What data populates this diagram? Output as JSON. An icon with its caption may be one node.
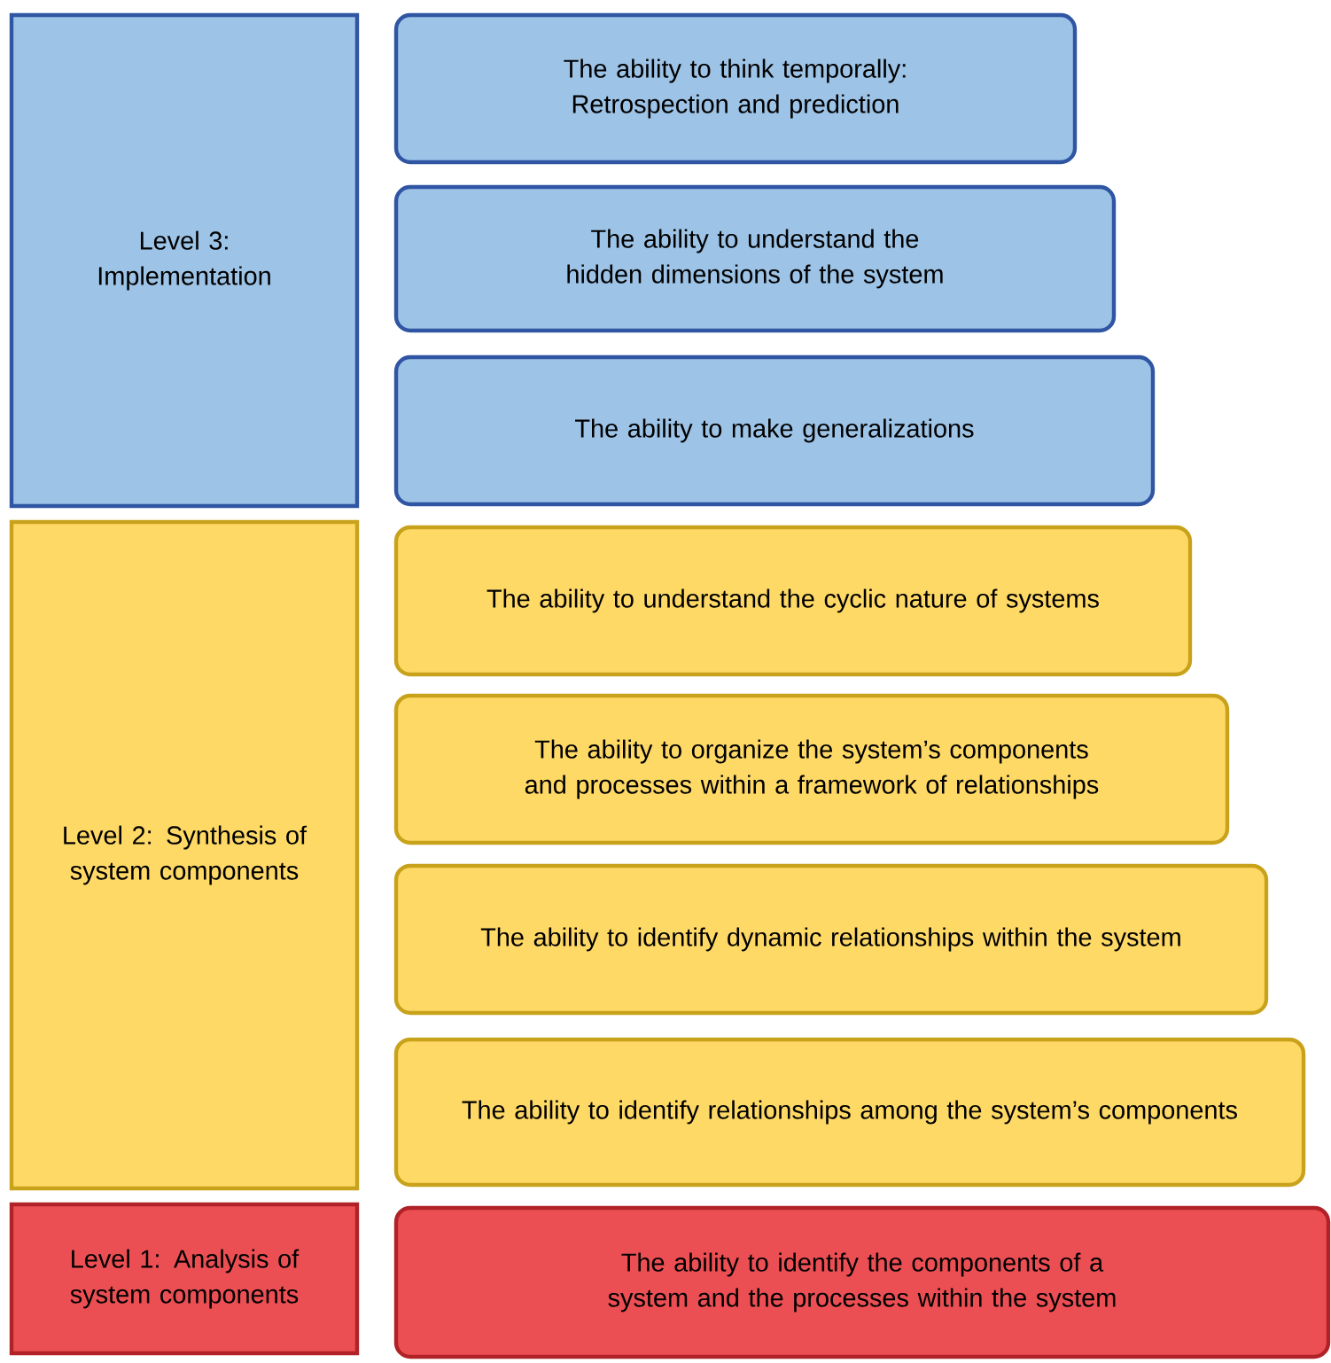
{
  "diagram": {
    "nodes": [
      {
        "text": [
          "Level 3: Implementation"
        ]
      },
      {
        "text": [
          "The ability to think temporally: Retrospection and prediction"
        ]
      },
      {
        "text": [
          "The ability to understand the hidden dimensions of the system"
        ]
      },
      {
        "text": [
          "The ability to make generalizations"
        ]
      },
      {
        "text": [
          "Level 2: Synthesis of system components"
        ]
      },
      {
        "text": [
          "The ability to understand the cyclic nature of systems"
        ]
      },
      {
        "text": [
          "The ability to organize the system’s components and processes within a framework of relationships"
        ]
      },
      {
        "text": [
          "The ability to identify dynamic relationships within the system"
        ]
      },
      {
        "text": [
          "The ability to identify relationships among the system’s components"
        ]
      },
      {
        "text": [
          "Level 1: Analysis of system components"
        ]
      },
      {
        "text": [
          "The ability to identify the components of a system and the processes within the system"
        ]
      }
    ]
  }
}
